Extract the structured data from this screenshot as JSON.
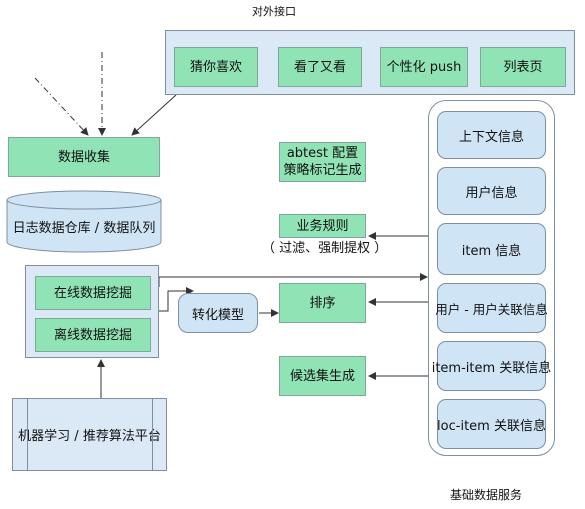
{
  "external_api": {
    "title": "对外接口",
    "items": [
      "猜你喜欢",
      "看了又看",
      "个性化 push",
      "列表页"
    ]
  },
  "data_collection": "数据收集",
  "log_warehouse": "日志数据仓库 / 数据队列",
  "mining": {
    "online": "在线数据挖掘",
    "offline": "离线数据挖掘"
  },
  "ml_platform": "机器学习 / 推荐算法平台",
  "transform_model": "转化模型",
  "abtest": {
    "line1": "abtest 配置",
    "line2": "策略标记生成"
  },
  "business_rules": {
    "line1": "业务规则",
    "line2": "（ 过滤、强制提权 ）"
  },
  "ranking": "排序",
  "candidate": "候选集生成",
  "base_services": {
    "title": "基础数据服务",
    "items": [
      "上下文信息",
      "用户信息",
      "item 信息",
      "用户 - 用户关联信息",
      "item-item 关联信息",
      "loc-item 关联信息"
    ]
  }
}
